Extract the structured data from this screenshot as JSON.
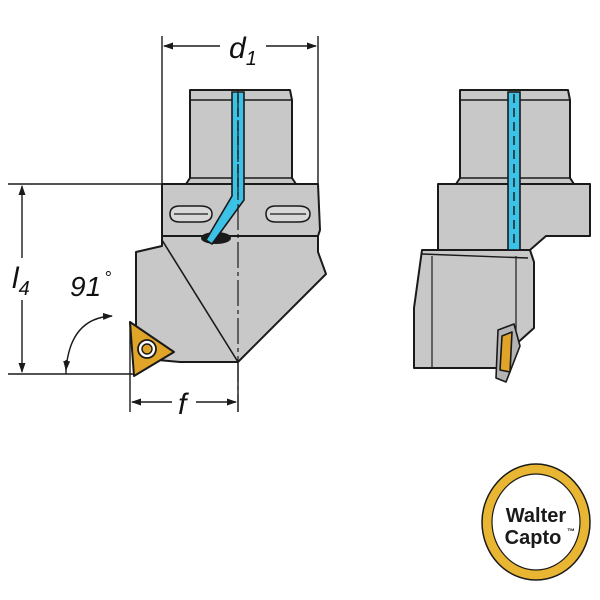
{
  "dimensions": {
    "d1": {
      "symbol": "d",
      "subscript": "1"
    },
    "l4": {
      "symbol": "l",
      "subscript": "4"
    },
    "angle": {
      "value": "91",
      "unit": "°"
    },
    "f": {
      "symbol": "f"
    }
  },
  "logo": {
    "line1": "Walter",
    "line2": "Capto",
    "mark": "™"
  },
  "colors": {
    "body": "#c8c8c8",
    "body_dark": "#b4b4b4",
    "outline": "#1a1a1a",
    "coolant": "#3cc2e6",
    "insert_gold": "#e0a428",
    "logo_gold": "#e8b632",
    "dim_line": "#1a1a1a"
  }
}
